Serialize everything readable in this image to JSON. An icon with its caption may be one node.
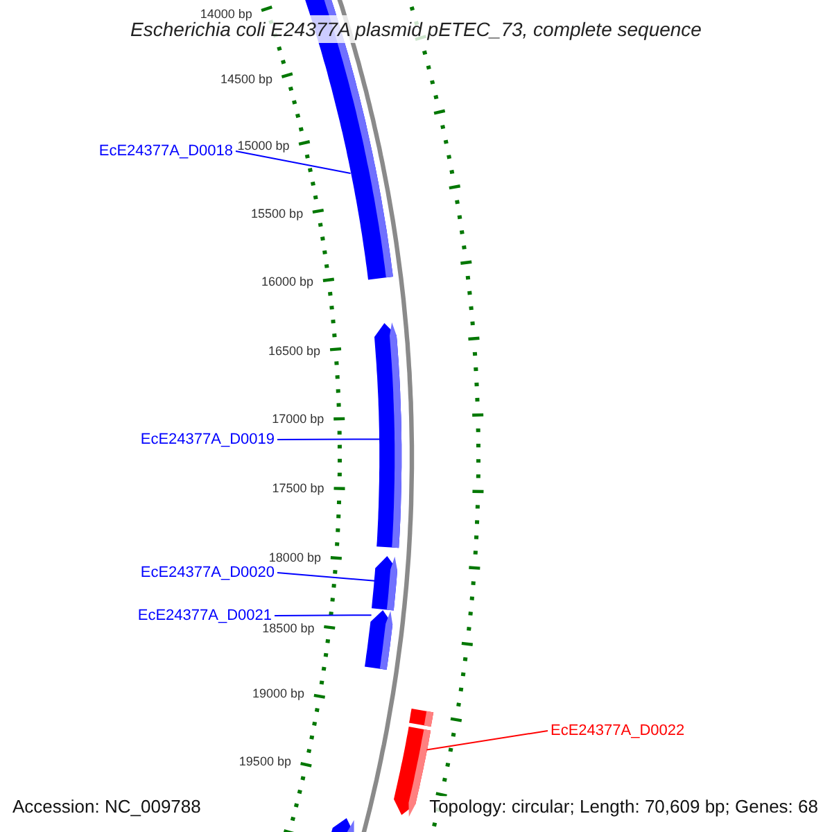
{
  "diagram": {
    "title": "Escherichia coli E24377A plasmid pETEC_73, complete sequence",
    "nodes": [
      {
        "text": [
          "EcE24377A_D0018"
        ]
      },
      {
        "text": [
          "EcE24377A_D0019"
        ]
      },
      {
        "text": [
          "EcE24377A_D0020"
        ]
      },
      {
        "text": [
          "EcE24377A_D0021"
        ]
      },
      {
        "text": [
          "EcE24377A_D0022"
        ]
      },
      {
        "text": [],
        "shape": "bar"
      },
      {
        "text": [],
        "shape": "arrow"
      },
      {
        "text": [],
        "shape": "arrow"
      },
      {
        "text": [],
        "shape": "arrow"
      },
      {
        "text": [],
        "shape": "bar"
      },
      {
        "text": [],
        "shape": "arrow"
      },
      {
        "text": [],
        "shape": "arrow"
      }
    ],
    "edges": [
      {
        "from": 0,
        "to": 5,
        "arrow": "none"
      },
      {
        "from": 1,
        "to": 6,
        "arrow": "none"
      },
      {
        "from": 2,
        "to": 7,
        "arrow": "none"
      },
      {
        "from": 3,
        "to": 8,
        "arrow": "none"
      },
      {
        "from": 4,
        "to": 10,
        "arrow": "none",
        "color": "#ff0000"
      }
    ],
    "labels": [
      "14000 bp",
      "14500 bp",
      "15000 bp",
      "15500 bp",
      "16000 bp",
      "16500 bp",
      "17000 bp",
      "17500 bp",
      "18000 bp",
      "18500 bp",
      "19000 bp",
      "19500 bp",
      "Accession: NC_009788",
      "Topology: circular; Length: 70,609 bp; Genes: 68"
    ]
  }
}
